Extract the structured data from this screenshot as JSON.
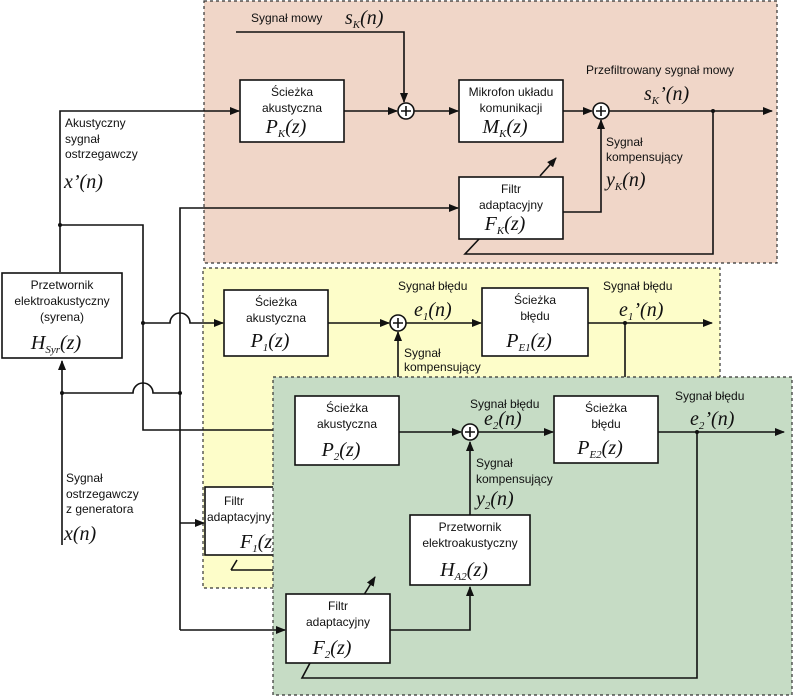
{
  "colors": {
    "region_k": "#f0d6c8",
    "region_1": "#fdfdc9",
    "region_2": "#c6dcc5"
  },
  "top": {
    "speech_label": "Sygnał mowy",
    "sk": {
      "b": "s",
      "s": "K",
      "t": "(n)"
    },
    "pk": {
      "l1": "Ścieżka",
      "l2": "akustyczna",
      "b": "P",
      "s": "K",
      "t": "(z)"
    },
    "mk": {
      "l1": "Mikrofon układu",
      "l2": "komunikacji",
      "b": "M",
      "s": "K",
      "t": "(z)"
    },
    "fk": {
      "l1": "Filtr",
      "l2": "adaptacyjny",
      "b": "F",
      "s": "K",
      "t": "(z)"
    },
    "out_label": "Przefiltrowany sygnał mowy",
    "skp": {
      "b": "s",
      "s": "K",
      "t": "’(n)"
    },
    "comp_l1": "Sygnał",
    "comp_l2": "kompensujący",
    "yk": {
      "b": "y",
      "s": "K",
      "t": "(n)"
    }
  },
  "left": {
    "ac_l1": "Akustyczny",
    "ac_l2": "sygnał",
    "ac_l3": "ostrzegawczy",
    "xp": "x’(n)",
    "hsyr": {
      "l1": "Przetwornik",
      "l2": "elektroakustyczny",
      "l3": "(syrena)",
      "b": "H",
      "s": "Syr",
      "t": "(z)"
    },
    "gen_l1": "Sygnał",
    "gen_l2": "ostrzegawczy",
    "gen_l3": "z generatora",
    "x": "x(n)"
  },
  "mid": {
    "p1": {
      "l1": "Ścieżka",
      "l2": "akustyczna",
      "b": "P",
      "s": "1",
      "t": "(z)"
    },
    "err_label": "Sygnał błędu",
    "e1": {
      "b": "e",
      "s": "1",
      "t": "(n)"
    },
    "pe1": {
      "l1": "Ścieżka",
      "l2": "błędu",
      "b": "P",
      "s": "E1",
      "t": "(z)"
    },
    "err_out_label": "Sygnał błędu",
    "e1p": {
      "b": "e",
      "s": "1",
      "t": "’(n)"
    },
    "comp_l1": "Sygnał",
    "comp_l2": "kompensujący",
    "f1": {
      "l1": "Filtr",
      "l2": "adaptacyjny",
      "b": "F",
      "s": "1",
      "t": "(z)"
    }
  },
  "bot": {
    "p2": {
      "l1": "Ścieżka",
      "l2": "akustyczna",
      "b": "P",
      "s": "2",
      "t": "(z)"
    },
    "err_label": "Sygnał błędu",
    "e2": {
      "b": "e",
      "s": "2",
      "t": "(n)"
    },
    "pe2": {
      "l1": "Ścieżka",
      "l2": "błędu",
      "b": "P",
      "s": "E2",
      "t": "(z)"
    },
    "err_out_label": "Sygnał błędu",
    "e2p": {
      "b": "e",
      "s": "2",
      "t": "’(n)"
    },
    "comp_l1": "Sygnał",
    "comp_l2": "kompensujący",
    "y2": {
      "b": "y",
      "s": "2",
      "t": "(n)"
    },
    "ha2": {
      "l1": "Przetwornik",
      "l2": "elektroakustyczny",
      "b": "H",
      "s": "A2",
      "t": "(z)"
    },
    "f2": {
      "l1": "Filtr",
      "l2": "adaptacyjny",
      "b": "F",
      "s": "2",
      "t": "(z)"
    }
  }
}
